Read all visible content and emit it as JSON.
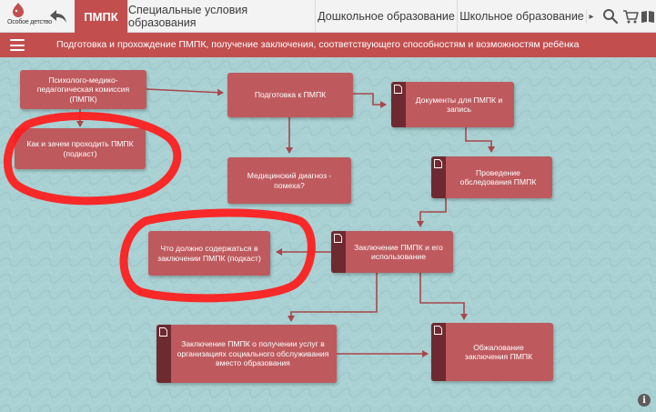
{
  "app": {
    "logo_text": "Особое детство",
    "tabs": [
      {
        "label": "ПМПК",
        "active": true
      },
      {
        "label": "Специальные условия образования"
      },
      {
        "label": "Дошкольное образование"
      },
      {
        "label": "Школьное образование"
      }
    ],
    "more_tabs_glyph": "▸"
  },
  "icons": [
    "back-arrow-icon",
    "search-icon",
    "shopping-cart-icon",
    "book-icon",
    "hamburger-menu-icon",
    "document-icon",
    "info-icon"
  ],
  "header": {
    "title": "Подготовка и прохождение ПМПК, получение заключения, соответствующего способностям и возможностям ребёнка"
  },
  "colors": {
    "accent": "#c24e4e",
    "node": "#be5a5e",
    "node_doc_strip": "#6e2a31",
    "canvas_bg": "#a9d0d2",
    "highlight": "#ff0000"
  },
  "nodes": {
    "pmpk": "Психолого-медико-педагогическая комиссия (ПМПК)",
    "podcast_how": "Как и зачем проходить ПМПК (подкаст)",
    "prep": "Подготовка к ПМПК",
    "docs": "Документы для ПМПК и запись",
    "diagnosis": "Медицинский диагноз - помеха?",
    "exam": "Проведение обследования ПМПК",
    "conclusion": "Заключение ПМПК и его использование",
    "podcast_content": "Что должно содержаться в заключении ПМПК (подкаст)",
    "social": "Заключение ПМПК о получении услуг в организациях социального обслуживания вместо образования",
    "appeal": "Обжалование заключения ПМПК"
  },
  "info_label": "i"
}
